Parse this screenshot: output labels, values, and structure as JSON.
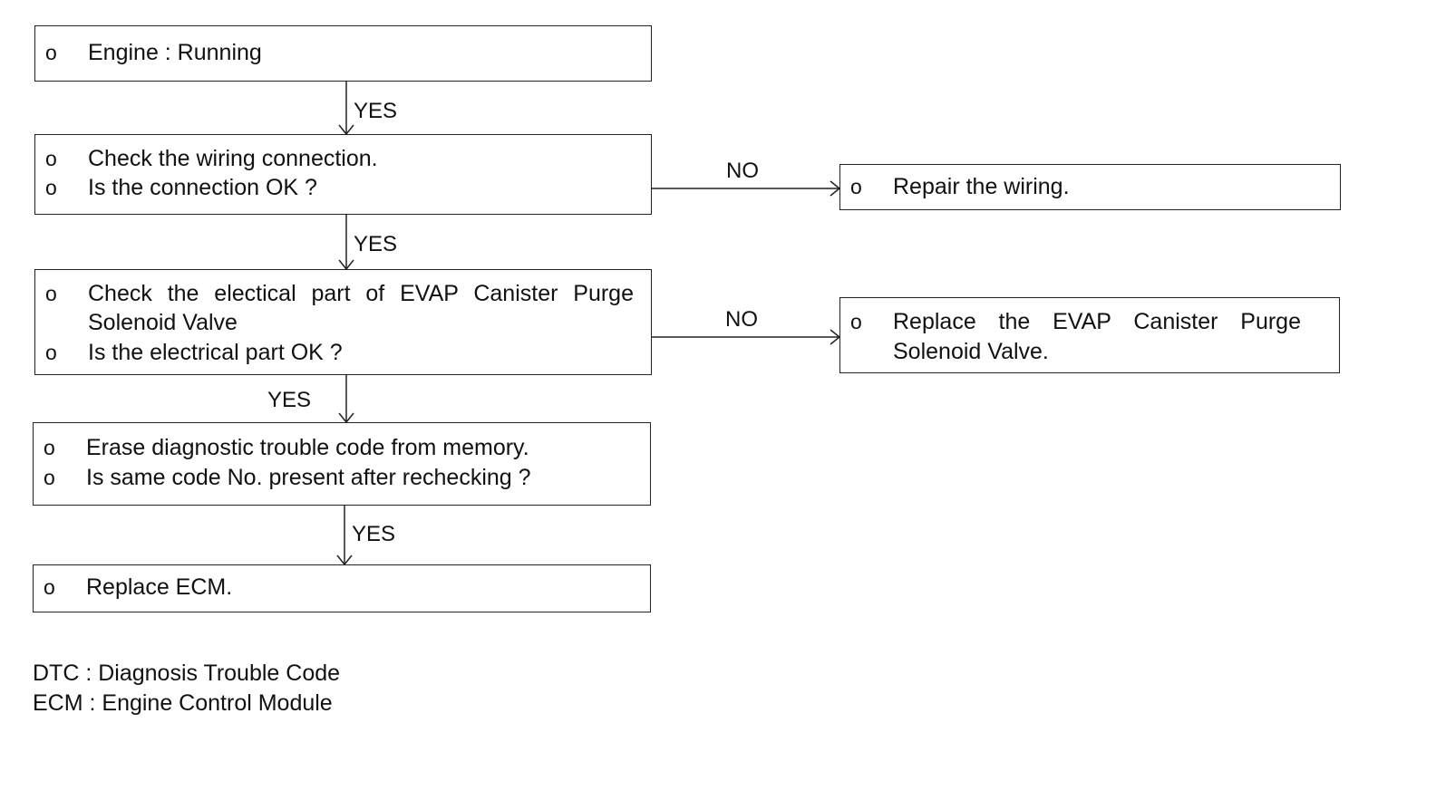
{
  "flow": {
    "bullet": "o",
    "yes_label": "YES",
    "no_label": "NO",
    "steps": [
      {
        "lines": [
          "Engine : Running"
        ]
      },
      {
        "lines": [
          "Check the wiring connection.",
          "Is the connection OK ?"
        ]
      },
      {
        "lines": [
          "Check the electical part of EVAP Canister Purge",
          "Solenoid Valve",
          "Is the electrical part OK ?"
        ]
      },
      {
        "lines": [
          "Erase diagnostic trouble code from memory.",
          "Is same code No. present after rechecking ?"
        ]
      },
      {
        "lines": [
          "Replace ECM."
        ]
      }
    ],
    "branches": [
      {
        "lines": [
          "Repair the wiring."
        ]
      },
      {
        "lines": [
          "Replace the EVAP Canister Purge",
          "Solenoid Valve."
        ]
      }
    ]
  },
  "legend": [
    "DTC : Diagnosis Trouble Code",
    "ECM : Engine Control Module"
  ]
}
